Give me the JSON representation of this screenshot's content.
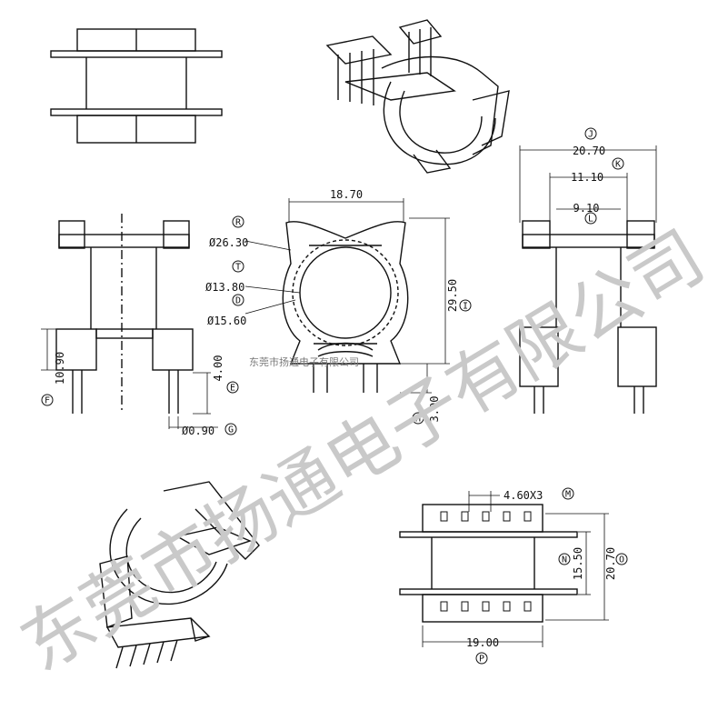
{
  "dimensions": {
    "top_width": "18.70",
    "outer_dia": "Ø26.30",
    "inner_dia_a": "Ø13.80",
    "inner_dia_b": "Ø15.60",
    "height": "29.50",
    "pin_drop": "3.00",
    "left_height": "10.90",
    "pin_len": "4.00",
    "pin_dia": "Ø0.90",
    "right_width": "20.70",
    "right_mid": "11.10",
    "right_inner": "9.10",
    "pitch": "4.60X3",
    "row_spacing": "15.50",
    "overall_depth": "20.70",
    "base_width": "19.00"
  },
  "labels": {
    "R": "R",
    "T": "T",
    "D": "D",
    "I": "I",
    "H": "H",
    "F": "F",
    "E": "E",
    "G": "G",
    "J": "J",
    "K": "K",
    "L": "L",
    "M": "M",
    "N": "N",
    "O": "O",
    "P": "P"
  },
  "watermark": {
    "big": "东莞市扬通电子有限公司",
    "small": "东莞市扬通电子有限公司"
  }
}
